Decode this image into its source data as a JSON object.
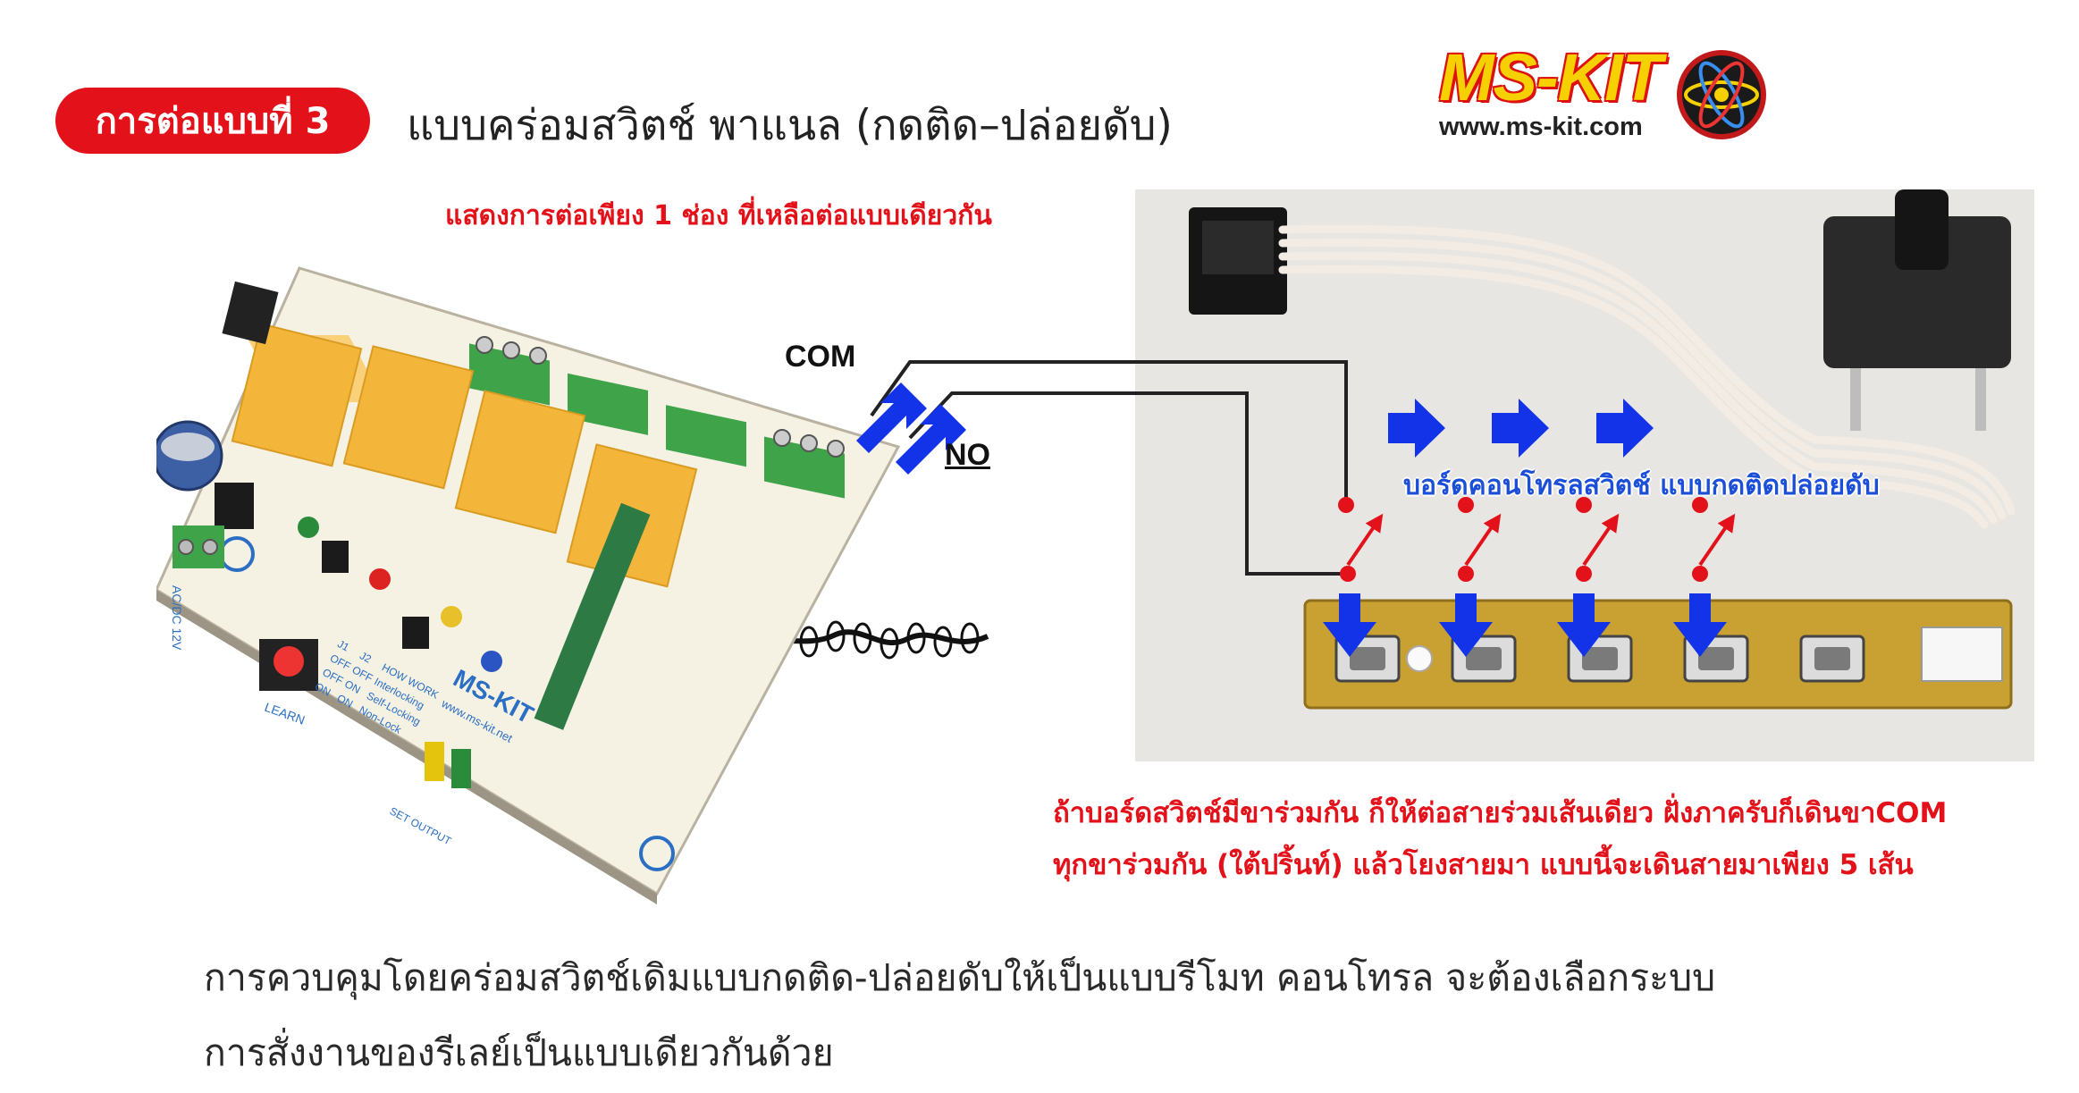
{
  "header": {
    "badge": "การต่อแบบที่ 3",
    "title": "แบบคร่อมสวิตช์ พาแนล (กดติด–ปล่อยดับ)"
  },
  "logo": {
    "brand": "MS-KIT",
    "url": "www.ms-kit.com"
  },
  "notes": {
    "one_channel": "แสดงการต่อเพียง 1 ช่อง ที่เหลือต่อแบบเดียวกัน",
    "shared_pin_line1": "ถ้าบอร์ดสวิตช์มีขาร่วมกัน ก็ให้ต่อสายร่วมเส้นเดียว ฝั่งภาครับก็เดินขาCOM",
    "shared_pin_line2": "ทุกขาร่วมกัน (ใต้ปริ้นท์) แล้วโยงสายมา แบบนี้จะเดินสายมาเพียง 5 เส้น"
  },
  "labels": {
    "com": "COM",
    "no": "NO",
    "switch_board": "บอร์ดคอนโทรลสวิตช์ แบบกดติดปล่อยดับ"
  },
  "description": {
    "line1": "การควบคุมโดยคร่อมสวิตช์เดิมแบบกดติด-ปล่อยดับให้เป็นแบบรีโมท  คอนโทรล จะต้องเลือกระบบ",
    "line2": "การสั่งงานของรีเลย์เป็นแบบเดียวกันด้วย"
  },
  "board": {
    "silkscreen": {
      "brand": "MS-KIT",
      "url": "www.ms-kit.net",
      "power": "AC/DC 12V",
      "learn": "LEARN",
      "set_output": "SET OUTPUT",
      "table_head": [
        "J1",
        "J2",
        "HOW WORK"
      ],
      "table_rows": [
        [
          "OFF",
          "OFF",
          "Interlocking"
        ],
        [
          "OFF",
          "ON",
          "Self-Locking"
        ],
        [
          "ON",
          "ON",
          "Non-Lock"
        ]
      ]
    }
  },
  "colors": {
    "accent_red": "#e3121a",
    "arrow_blue": "#1233e8",
    "relay_orange": "#f4b63a",
    "terminal_green": "#3fa34a",
    "pcb_brown": "#c9a032"
  }
}
